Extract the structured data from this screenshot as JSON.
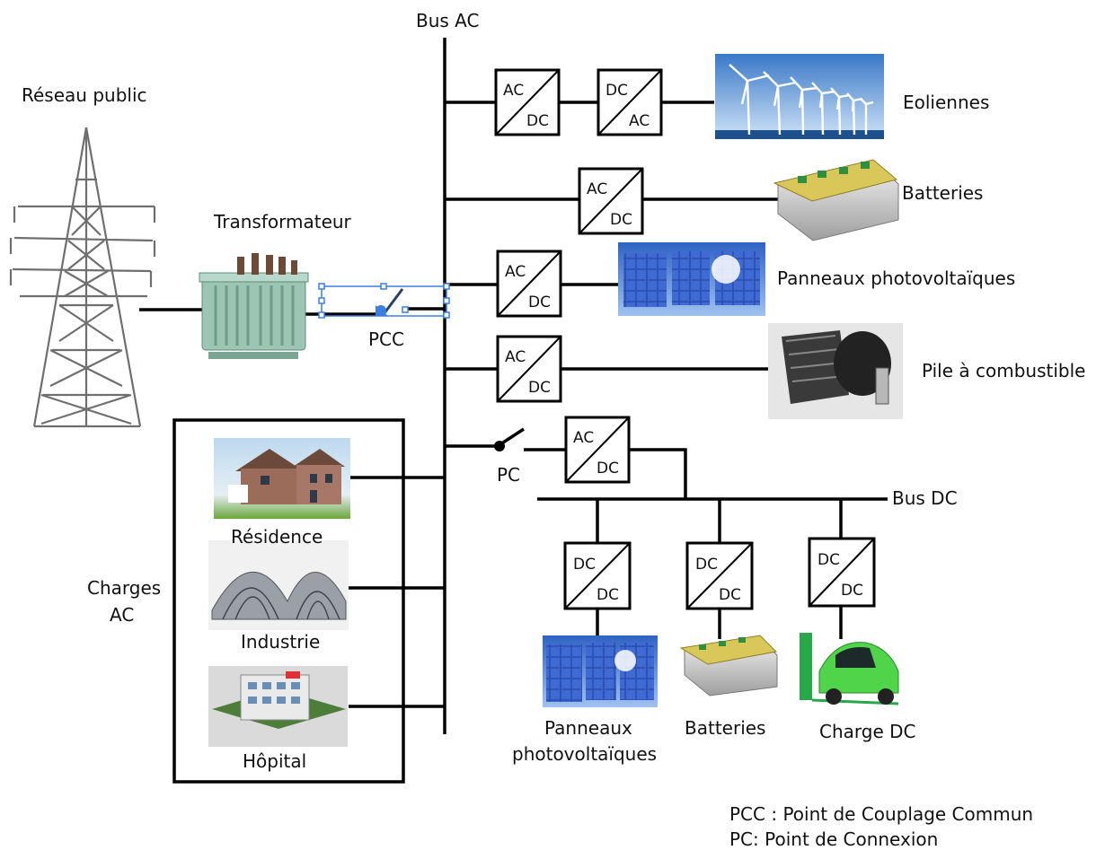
{
  "labels": {
    "bus_ac": "Bus AC",
    "bus_dc": "Bus DC",
    "reseau_public": "Réseau public",
    "transformateur": "Transformateur",
    "pcc": "PCC",
    "pc": "PC",
    "eoliennes": "Eoliennes",
    "batteries_ac": "Batteries",
    "panneaux_ac": "Panneaux photovoltaïques",
    "pile": "Pile à combustible",
    "charges_ac_line1": "Charges",
    "charges_ac_line2": "AC",
    "residence": "Résidence",
    "industrie": "Industrie",
    "hopital": "Hôpital",
    "panneaux_dc_line1": "Panneaux",
    "panneaux_dc_line2": "photovoltaïques",
    "batteries_dc": "Batteries",
    "charge_dc": "Charge DC"
  },
  "legend": {
    "pcc": "PCC : Point de Couplage Commun",
    "pc": "PC: Point de Connexion"
  },
  "converters": {
    "ac": "AC",
    "dc": "DC"
  },
  "icons": {
    "pylon": "transmission-tower-icon",
    "transformer": "transformer-icon",
    "wind": "wind-turbines-icon",
    "battery": "battery-icon",
    "solar": "solar-panel-icon",
    "fuel_cell": "fuel-cell-icon",
    "house": "house-icon",
    "factory": "industrial-building-icon",
    "hospital": "hospital-icon",
    "ev": "electric-car-icon"
  }
}
